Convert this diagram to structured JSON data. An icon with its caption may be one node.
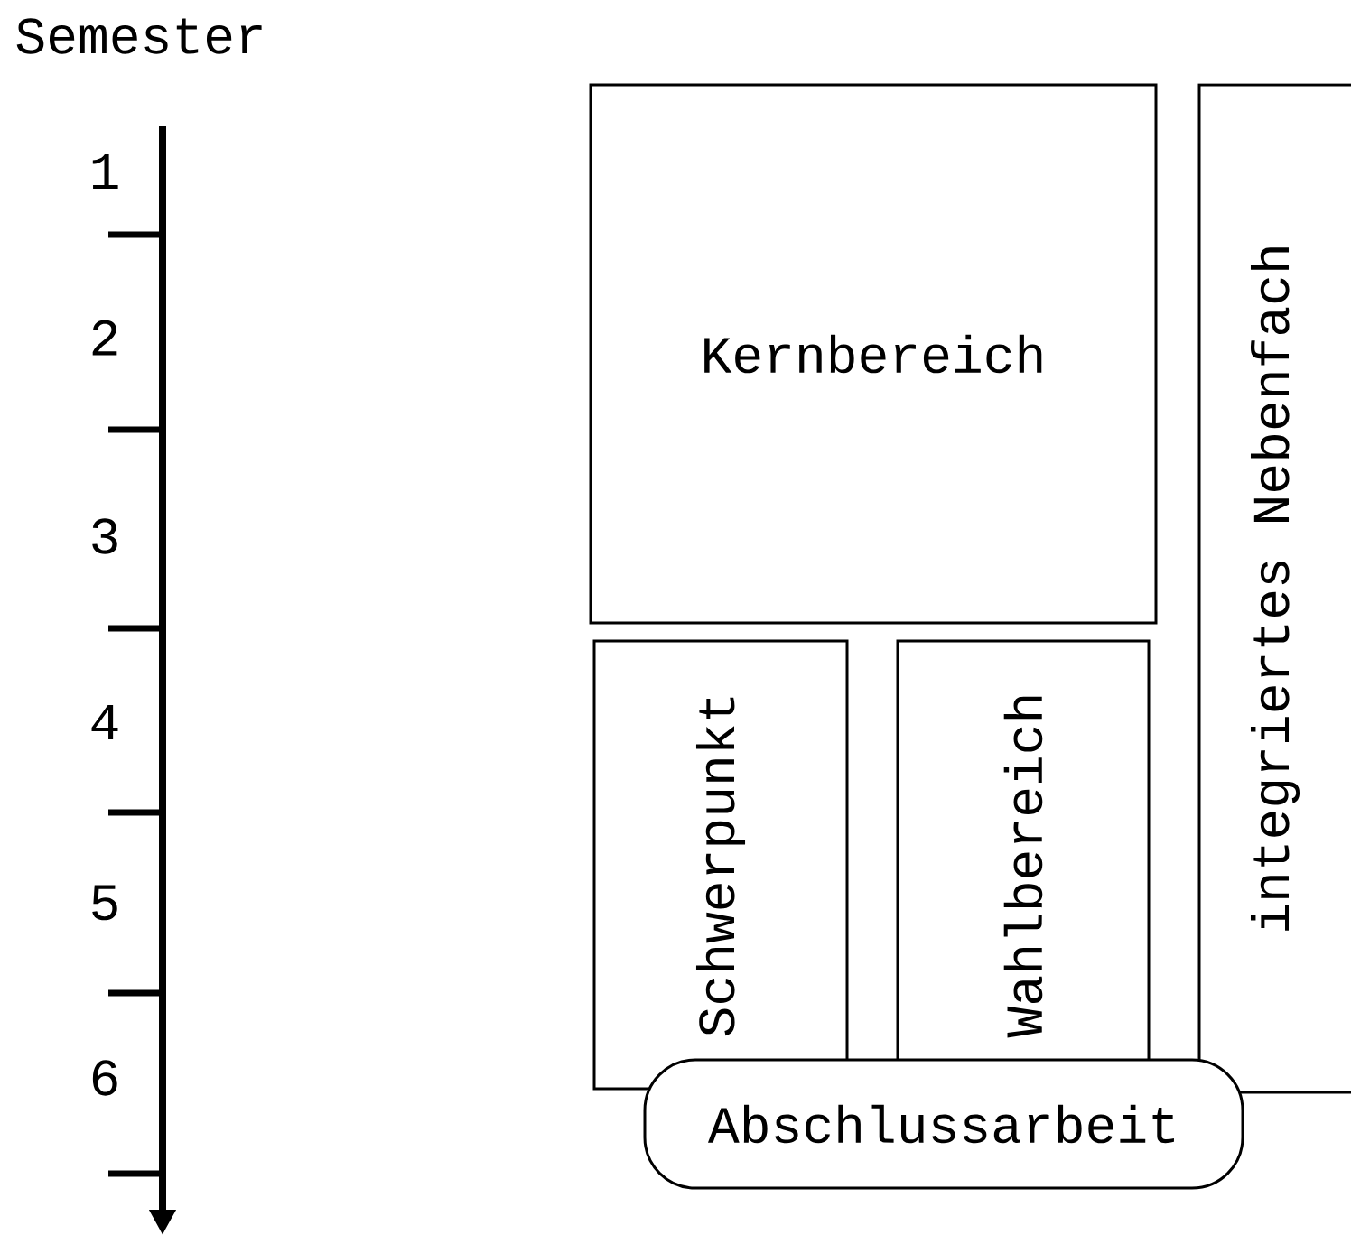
{
  "diagram": {
    "nodes": [
      {
        "text": [
          "Kernbereich"
        ]
      },
      {
        "text": [
          "Schwerpunkt"
        ]
      },
      {
        "text": [
          "Wahlbereich"
        ]
      },
      {
        "text": [
          "integriertes Nebenfach"
        ]
      },
      {
        "text": [
          "Abschlussarbeit"
        ]
      }
    ],
    "labels": [
      "Semester",
      "1",
      "2",
      "3",
      "4",
      "5",
      "6"
    ]
  }
}
